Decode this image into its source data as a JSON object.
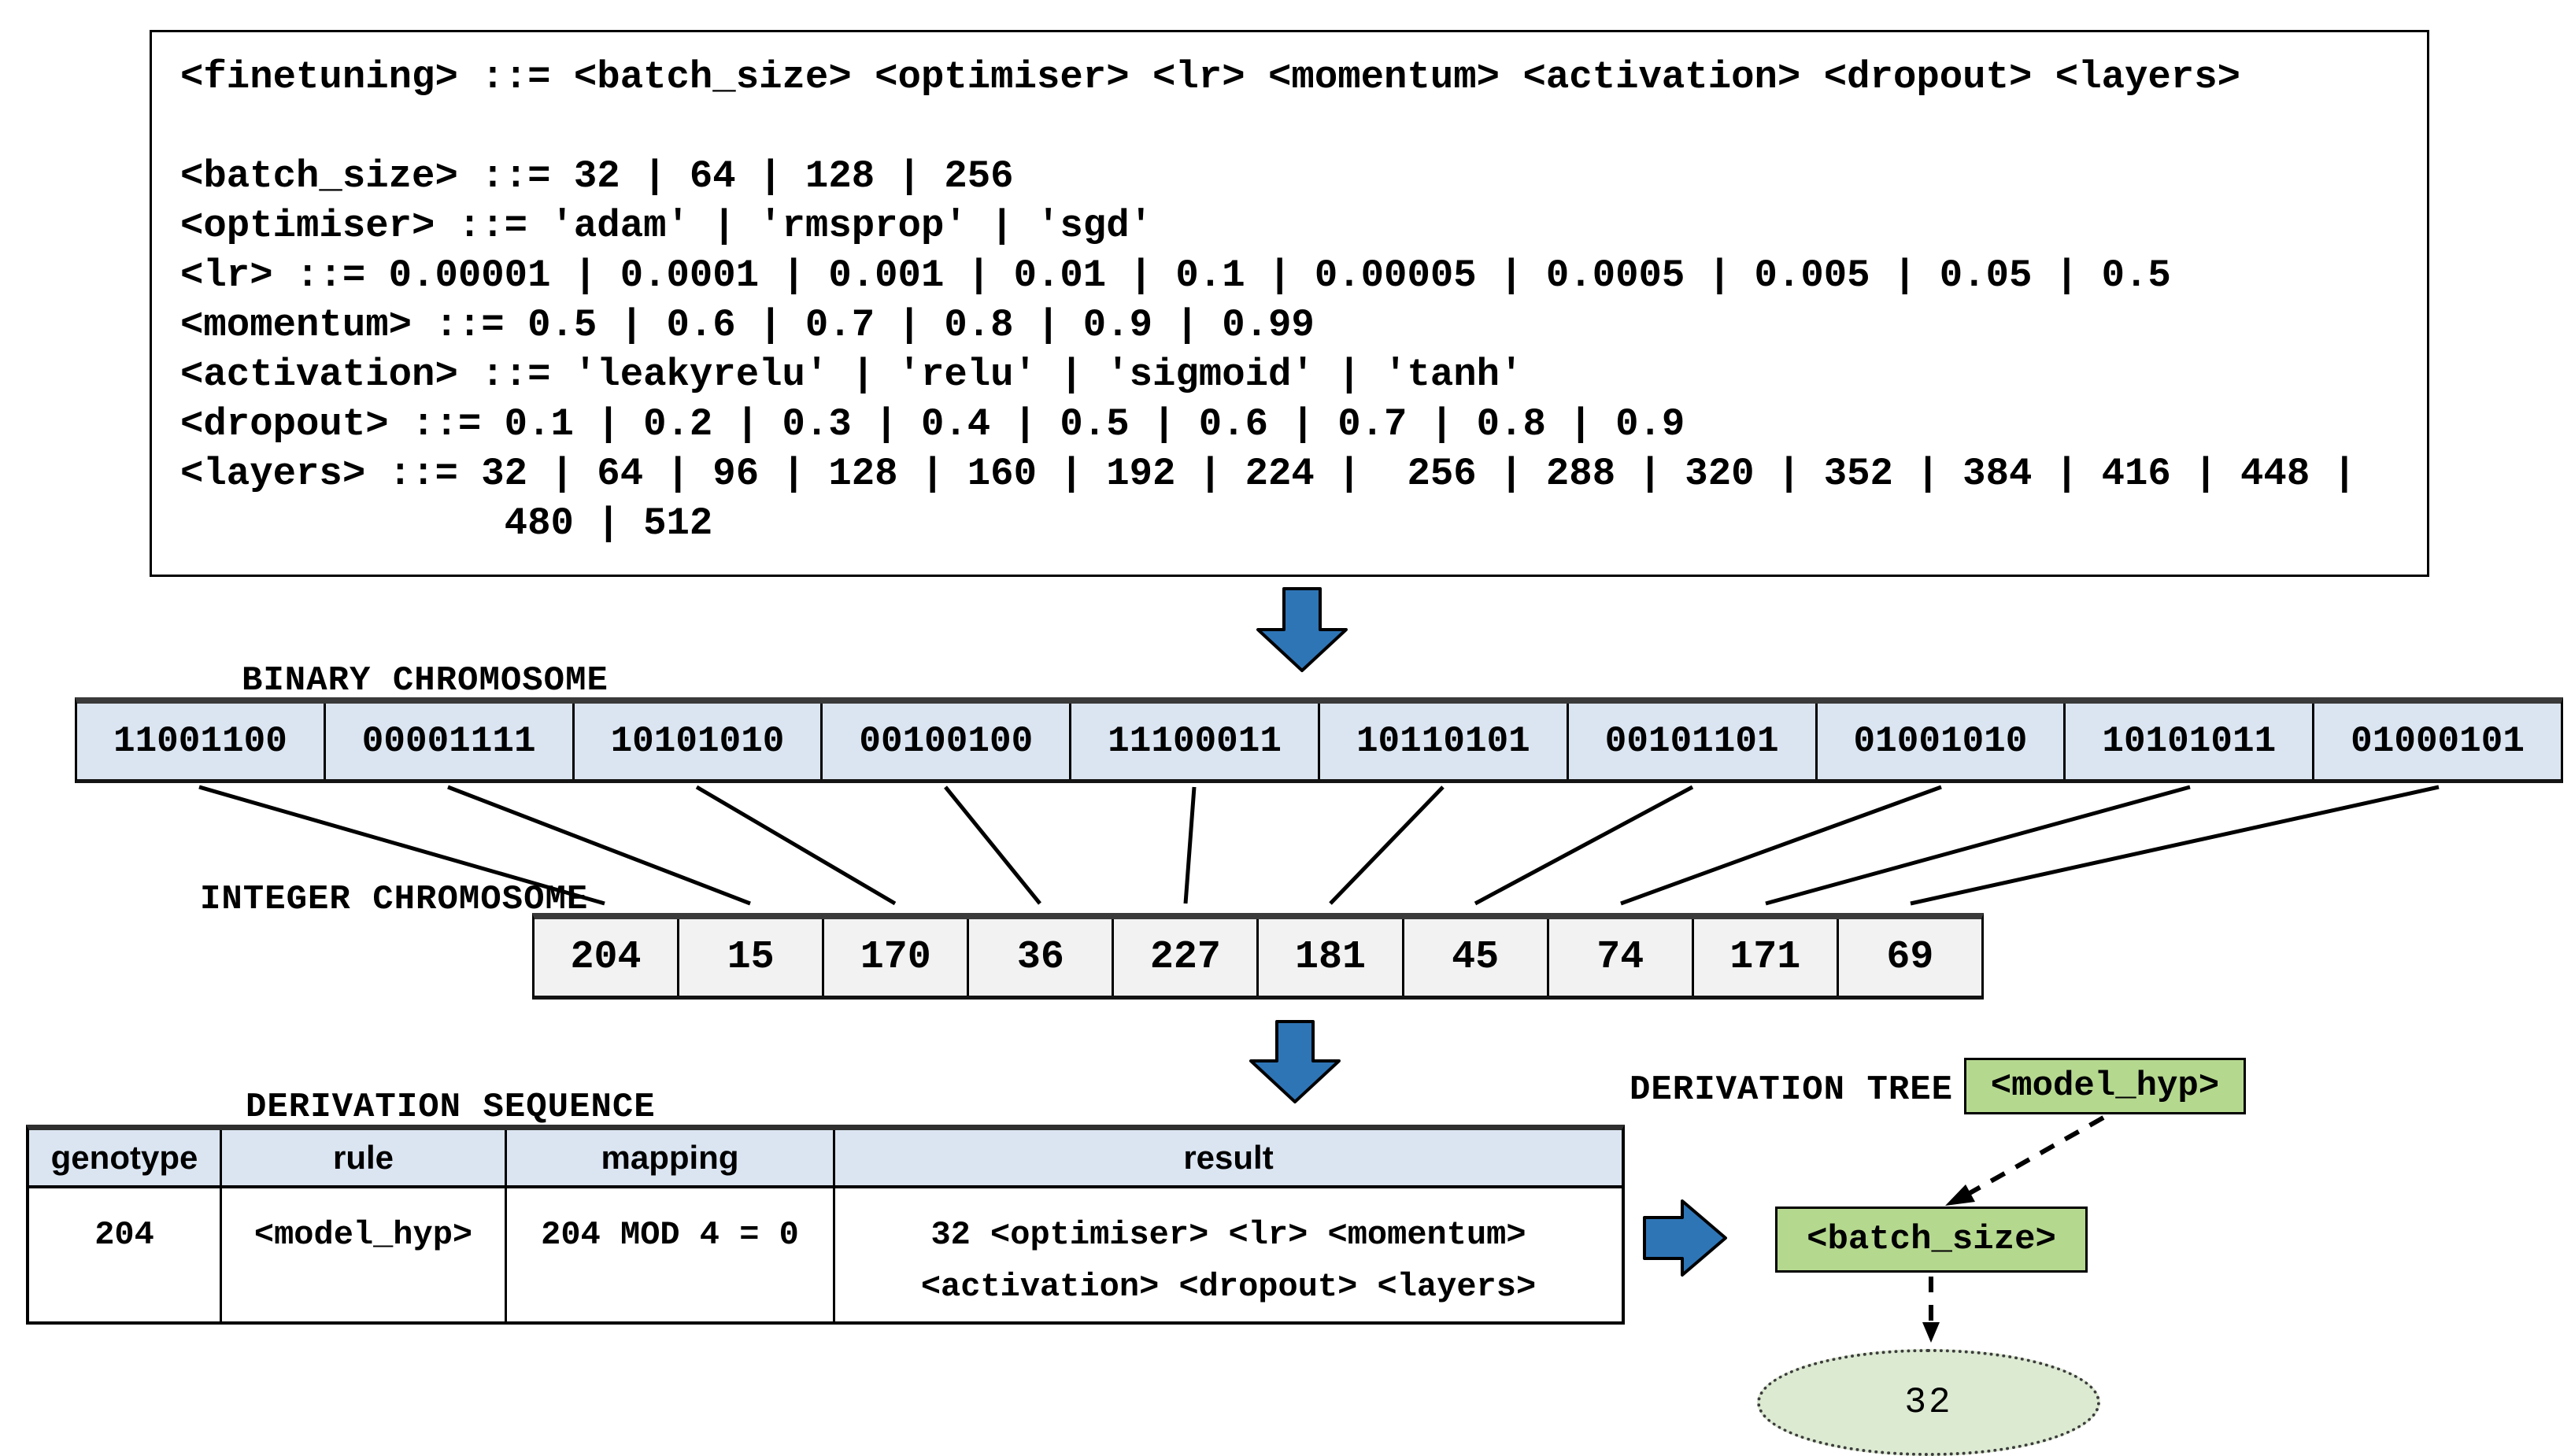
{
  "grammar": {
    "text": "<finetuning> ::= <batch_size> <optimiser> <lr> <momentum> <activation> <dropout> <layers>\n\n<batch_size> ::= 32 | 64 | 128 | 256\n<optimiser> ::= 'adam' | 'rmsprop' | 'sgd'\n<lr> ::= 0.00001 | 0.0001 | 0.001 | 0.01 | 0.1 | 0.00005 | 0.0005 | 0.005 | 0.05 | 0.5\n<momentum> ::= 0.5 | 0.6 | 0.7 | 0.8 | 0.9 | 0.99\n<activation> ::= 'leakyrelu' | 'relu' | 'sigmoid' | 'tanh'\n<dropout> ::= 0.1 | 0.2 | 0.3 | 0.4 | 0.5 | 0.6 | 0.7 | 0.8 | 0.9\n<layers> ::= 32 | 64 | 96 | 128 | 160 | 192 | 224 |  256 | 288 | 320 | 352 | 384 | 416 | 448 |\n              480 | 512"
  },
  "binary_chromosome": {
    "label": "BINARY CHROMOSOME",
    "genes": [
      "11001100",
      "00001111",
      "10101010",
      "00100100",
      "11100011",
      "10110101",
      "00101101",
      "01001010",
      "10101011",
      "01000101"
    ]
  },
  "integer_chromosome": {
    "label": "INTEGER CHROMOSOME",
    "genes": [
      "204",
      "15",
      "170",
      "36",
      "227",
      "181",
      "45",
      "74",
      "171",
      "69"
    ]
  },
  "derivation_sequence": {
    "label": "DERIVATION SEQUENCE",
    "columns": [
      "genotype",
      "rule",
      "mapping",
      "result"
    ],
    "row": {
      "genotype": "204",
      "rule": "<model_hyp>",
      "mapping": "204 MOD 4 = 0",
      "result_line1": "32 <optimiser> <lr> <momentum>",
      "result_line2": "<activation> <dropout> <layers>"
    }
  },
  "derivation_tree": {
    "label": "DERIVATION TREE",
    "root": "<model_hyp>",
    "child": "<batch_size>",
    "leaf": "32"
  },
  "colors": {
    "arrow_blue": "#2e75b6",
    "cell_blue": "#dbe5f1",
    "cell_gray": "#f2f2f2",
    "node_green": "#b5d88f",
    "leaf_green": "#dcead2"
  }
}
